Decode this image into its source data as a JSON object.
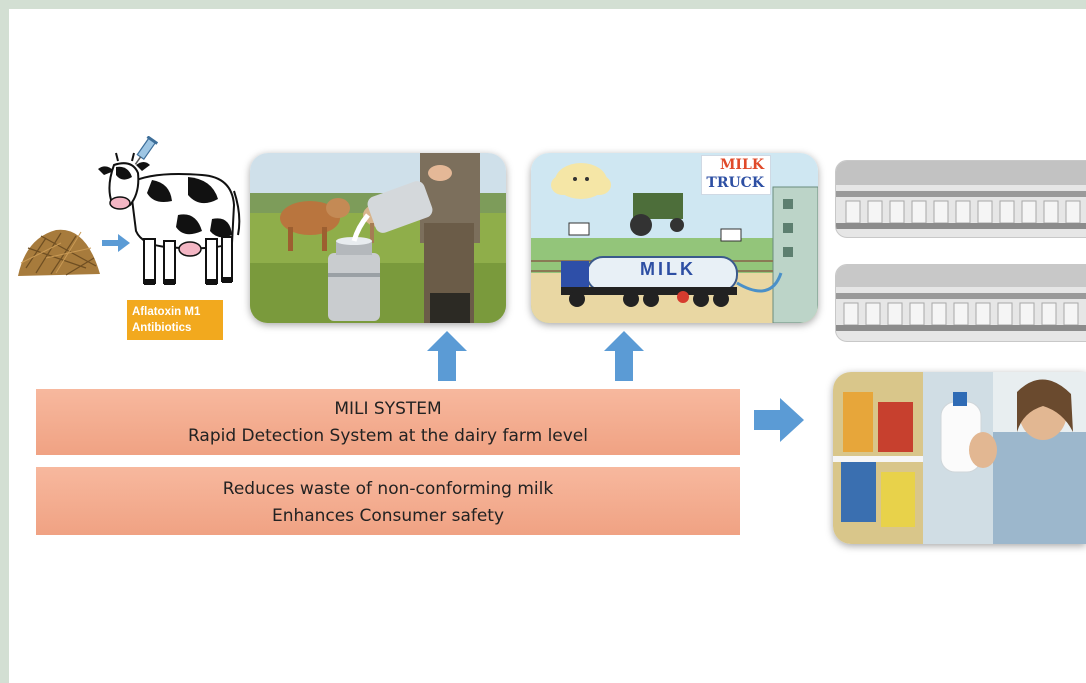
{
  "colors": {
    "background": "#d3dfd3",
    "panel_fill": "#f2a98c",
    "arrow": "#5b9bd5",
    "label_box": "#f2a91e"
  },
  "feed_to_cow": {
    "label_lines": [
      "Aflatoxin M1",
      "Antibiotics"
    ]
  },
  "truck_scene": {
    "sign_line1": "MILK",
    "sign_line2": "TRUCK",
    "tank_text": "MILK"
  },
  "panel_main": {
    "line1": "MILI SYSTEM",
    "line2": "Rapid Detection System at the dairy farm level"
  },
  "panel_benefits": {
    "line1": "Reduces waste of non-conforming milk",
    "line2": "Enhances Consumer safety"
  },
  "icons": [
    "hay-pile-icon",
    "cow-icon",
    "syringe-icon",
    "arrow-right-icon",
    "arrow-up-icon"
  ]
}
